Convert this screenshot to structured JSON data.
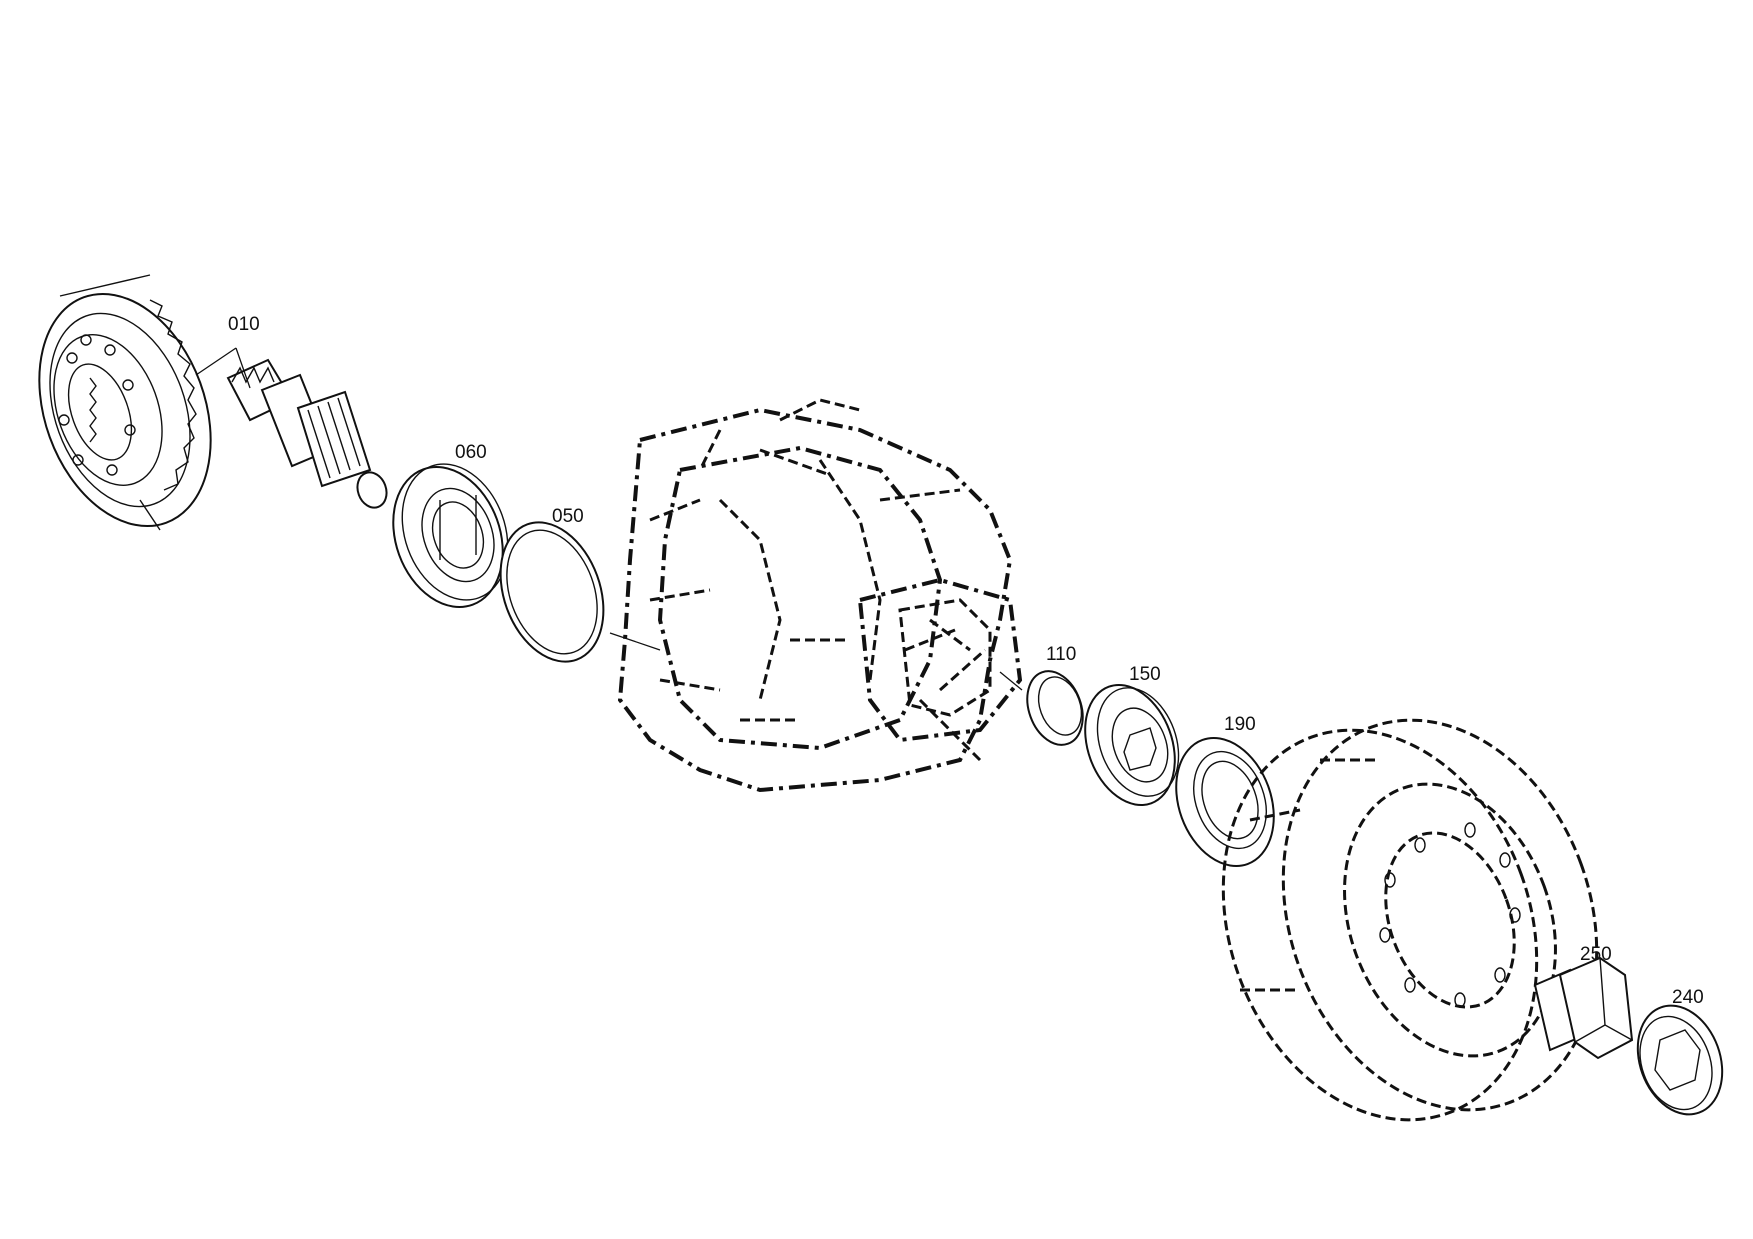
{
  "callouts": [
    {
      "id": "010"
    },
    {
      "id": "060"
    },
    {
      "id": "050"
    },
    {
      "id": "110"
    },
    {
      "id": "150"
    },
    {
      "id": "190"
    },
    {
      "id": "250"
    },
    {
      "id": "240"
    }
  ],
  "colors": {
    "line": "#111111",
    "background": "#ffffff"
  }
}
